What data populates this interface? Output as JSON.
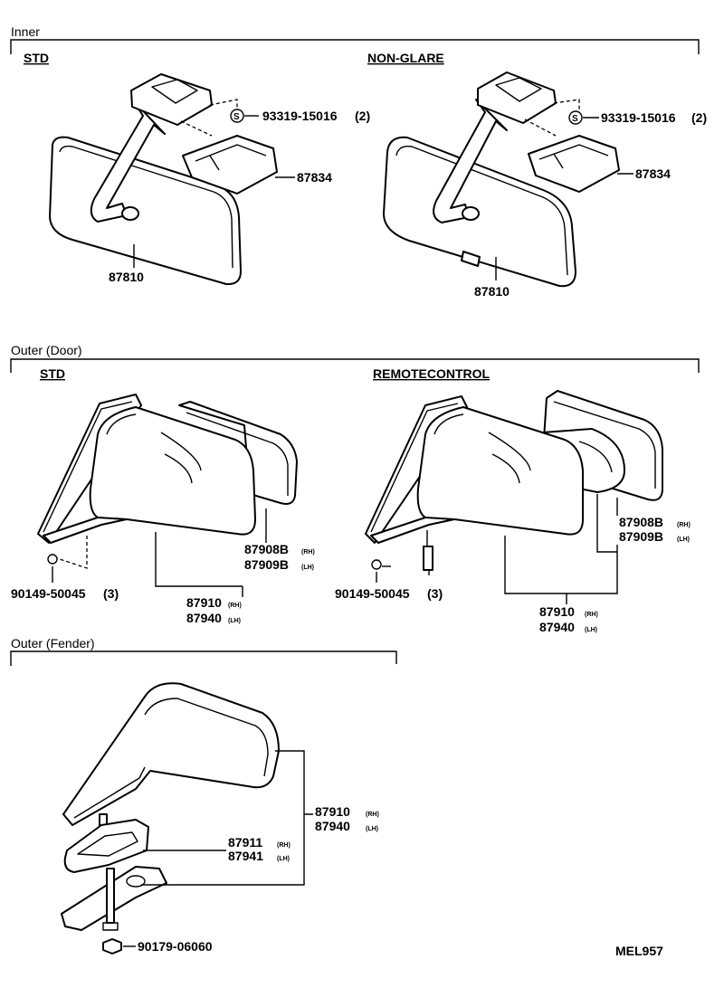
{
  "sections": {
    "inner": "Inner",
    "outer_door": "Outer (Door)",
    "outer_fender": "Outer (Fender)"
  },
  "variants": {
    "inner_std": "STD",
    "inner_nonglare": "NON-GLARE",
    "door_std": "STD",
    "door_remote": "REMOTECONTROL"
  },
  "inner_std": {
    "screw": "93319-15016",
    "screw_qty": "(2)",
    "cover": "87834",
    "mirror": "87810"
  },
  "inner_nonglare": {
    "screw": "93319-15016",
    "screw_qty": "(2)",
    "cover": "87834",
    "mirror": "87810"
  },
  "door_std": {
    "glass_rh": "87908B",
    "glass_lh": "87909B",
    "mirror_rh": "87910",
    "mirror_lh": "87940",
    "bolt": "90149-50045",
    "bolt_qty": "(3)"
  },
  "door_remote": {
    "glass_rh": "87908B",
    "glass_lh": "87909B",
    "mirror_rh": "87910",
    "mirror_lh": "87940",
    "bolt": "90149-50045",
    "bolt_qty": "(3)"
  },
  "fender": {
    "mirror_rh": "87910",
    "mirror_lh": "87940",
    "base_rh": "87911",
    "base_lh": "87941",
    "nut": "90179-06060"
  },
  "side": {
    "rh": "(RH)",
    "lh": "(LH)"
  },
  "screw_mark": "S",
  "diagram_code": "MEL957"
}
